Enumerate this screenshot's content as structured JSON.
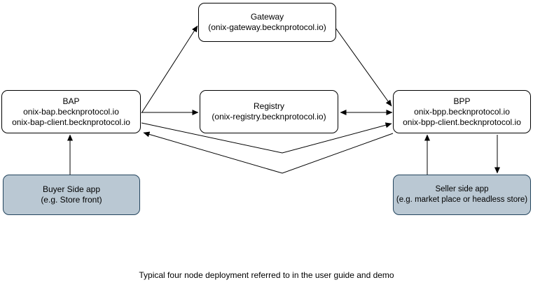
{
  "diagram": {
    "caption": "Typical four node deployment referred to in the user guide and demo",
    "nodes": {
      "gateway": {
        "lines": [
          "Gateway",
          "(onix-gateway.becknprotocol.io)"
        ]
      },
      "bap": {
        "lines": [
          "BAP",
          "onix-bap.becknprotocol.io",
          "onix-bap-client.becknprotocol.io"
        ]
      },
      "registry": {
        "lines": [
          "Registry",
          "(onix-registry.becknprotocol.io)"
        ]
      },
      "bpp": {
        "lines": [
          "BPP",
          "onix-bpp.becknprotocol.io",
          "onix-bpp-client.becknprotocol.io"
        ]
      },
      "buyer_app": {
        "lines": [
          "Buyer Side app",
          "(e.g. Store front)"
        ]
      },
      "seller_app": {
        "lines": [
          "Seller side app",
          "(e.g. market place or headless store)"
        ]
      }
    },
    "edges": [
      {
        "from": "bap",
        "to": "gateway",
        "direction": "one-way"
      },
      {
        "from": "bap",
        "to": "registry",
        "direction": "one-way"
      },
      {
        "from": "gateway",
        "to": "bpp",
        "direction": "one-way"
      },
      {
        "from": "registry",
        "to": "bpp",
        "direction": "two-way"
      },
      {
        "from": "bap",
        "to": "bpp",
        "direction": "one-way",
        "route": "below-registry"
      },
      {
        "from": "bpp",
        "to": "bap",
        "direction": "one-way",
        "route": "below-registry"
      },
      {
        "from": "buyer_app",
        "to": "bap",
        "direction": "one-way"
      },
      {
        "from": "seller_app",
        "to": "bpp",
        "direction": "one-way"
      },
      {
        "from": "bpp",
        "to": "seller_app",
        "direction": "one-way"
      }
    ],
    "colors": {
      "node_fill": "#FFFFFF",
      "node_border": "#000000",
      "app_fill": "#BAC8D3",
      "app_border": "#23445D",
      "arrow": "#000000"
    }
  }
}
